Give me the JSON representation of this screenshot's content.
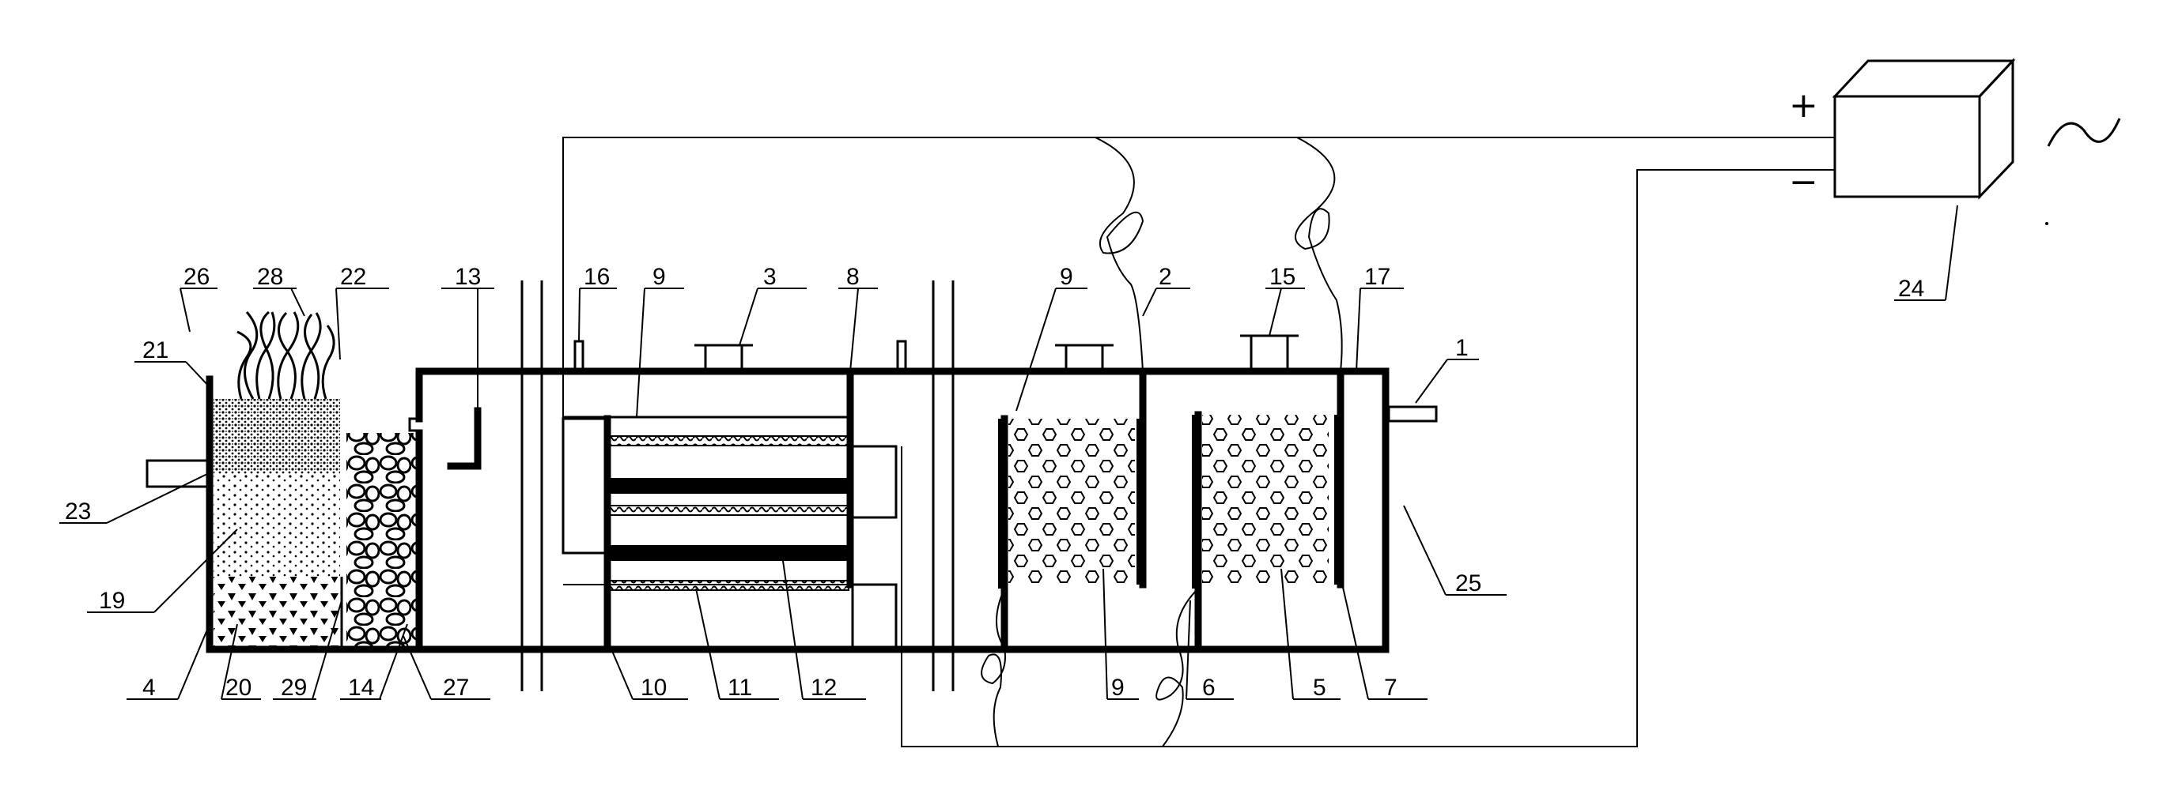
{
  "power_supply": {
    "plus_sign": "+",
    "minus_sign": "−"
  },
  "callouts": [
    {
      "id": "c1",
      "text": "1"
    },
    {
      "id": "c2",
      "text": "2"
    },
    {
      "id": "c3",
      "text": "3"
    },
    {
      "id": "c4",
      "text": "4"
    },
    {
      "id": "c5",
      "text": "5"
    },
    {
      "id": "c6",
      "text": "6"
    },
    {
      "id": "c7",
      "text": "7"
    },
    {
      "id": "c8",
      "text": "8"
    },
    {
      "id": "c9a",
      "text": "9"
    },
    {
      "id": "c9b",
      "text": "9"
    },
    {
      "id": "c9c",
      "text": "9"
    },
    {
      "id": "c10",
      "text": "10"
    },
    {
      "id": "c11",
      "text": "11"
    },
    {
      "id": "c12",
      "text": "12"
    },
    {
      "id": "c13",
      "text": "13"
    },
    {
      "id": "c14",
      "text": "14"
    },
    {
      "id": "c15",
      "text": "15"
    },
    {
      "id": "c16",
      "text": "16"
    },
    {
      "id": "c17",
      "text": "17"
    },
    {
      "id": "c19",
      "text": "19"
    },
    {
      "id": "c20",
      "text": "20"
    },
    {
      "id": "c21",
      "text": "21"
    },
    {
      "id": "c22",
      "text": "22"
    },
    {
      "id": "c23",
      "text": "23"
    },
    {
      "id": "c24",
      "text": "24"
    },
    {
      "id": "c25",
      "text": "25"
    },
    {
      "id": "c26",
      "text": "26"
    },
    {
      "id": "c27",
      "text": "27"
    },
    {
      "id": "c28",
      "text": "28"
    },
    {
      "id": "c29",
      "text": "29"
    }
  ]
}
